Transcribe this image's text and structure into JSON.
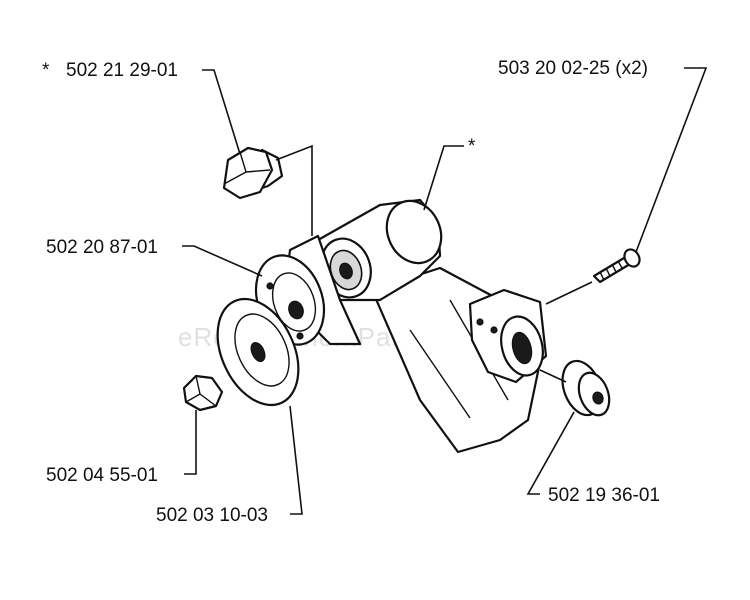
{
  "labels": {
    "nut_top": "502 21 29-01",
    "asterisk_top": "*",
    "screw": "503 20 02-25 (x2)",
    "asterisk_housing": "*",
    "bearing": "502 20 87-01",
    "nut_small": "502 04 55-01",
    "flange": "502 03 10-03",
    "cap": "502 19 36-01"
  },
  "watermark": "eReplacementParts.com",
  "colors": {
    "ink": "#111111",
    "background": "#ffffff"
  }
}
